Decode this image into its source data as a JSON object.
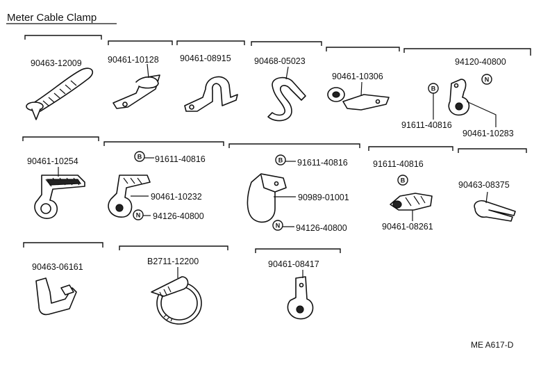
{
  "title": "Meter Cable Clamp",
  "figure_code": "ME A617-D",
  "badges": {
    "bolt": "B",
    "nut": "N"
  },
  "parts": {
    "p1": "90463-12009",
    "p2": "90461-10128",
    "p3": "90461-08915",
    "p4": "90468-05023",
    "p5": "90461-10306",
    "p6_nut": "94120-40800",
    "p6_bolt": "91611-40816",
    "p6_clamp": "90461-10283",
    "p7": "90461-10254",
    "p8_bolt": "91611-40816",
    "p8_clamp": "90461-10232",
    "p8_nut": "94126-40800",
    "p9_bolt": "91611-40816",
    "p9_clamp": "90989-01001",
    "p9_nut": "94126-40800",
    "p10_bolt": "91611-40816",
    "p10_clamp": "90461-08261",
    "p11": "90463-08375",
    "p12": "90463-06161",
    "p13": "B2711-12200",
    "p14": "90461-08417"
  }
}
